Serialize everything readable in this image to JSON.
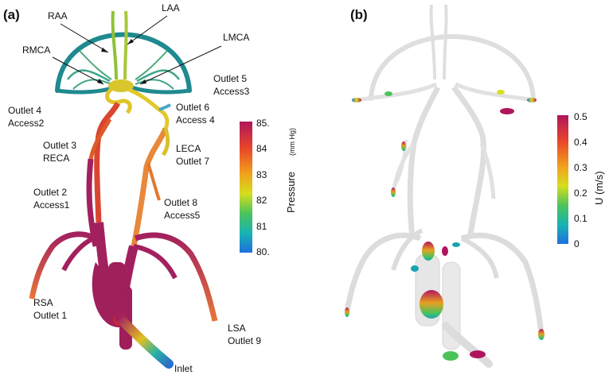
{
  "panels": {
    "a": "(a)",
    "b": "(b)"
  },
  "labels_a": {
    "raa": "RAA",
    "laa": "LAA",
    "rmca": "RMCA",
    "lmca": "LMCA",
    "outlet5": "Outlet 5",
    "access3": "Access3",
    "outlet4": "Outlet 4",
    "access2": "Access2",
    "outlet6": "Outlet 6",
    "access4": "Access 4",
    "outlet3": "Outlet 3",
    "reca": "RECA",
    "leca": "LECA",
    "outlet7": "Outlet 7",
    "outlet2": "Outlet 2",
    "access1": "Access1",
    "outlet8": "Outlet 8",
    "access5": "Access5",
    "rsa": "RSA",
    "outlet1": "Outlet 1",
    "lsa": "LSA",
    "outlet9": "Outlet 9",
    "inlet": "Inlet"
  },
  "colorbar_a": {
    "title": "Pressure",
    "unit": "(mm Hg)",
    "ticks": [
      "85.",
      "84",
      "83",
      "82",
      "81",
      "80."
    ],
    "min": 80,
    "max": 85
  },
  "colorbar_b": {
    "title": "U (m/s)",
    "ticks": [
      "0.5",
      "0.4",
      "0.3",
      "0.2",
      "0.1",
      "0"
    ],
    "min": 0,
    "max": 0.5
  },
  "colors": {
    "high_pressure": "#a3205e",
    "mid_pressure": "#e05a2a",
    "low_pressure": "#2b8f9c",
    "ghost": "#d6d6d6"
  }
}
